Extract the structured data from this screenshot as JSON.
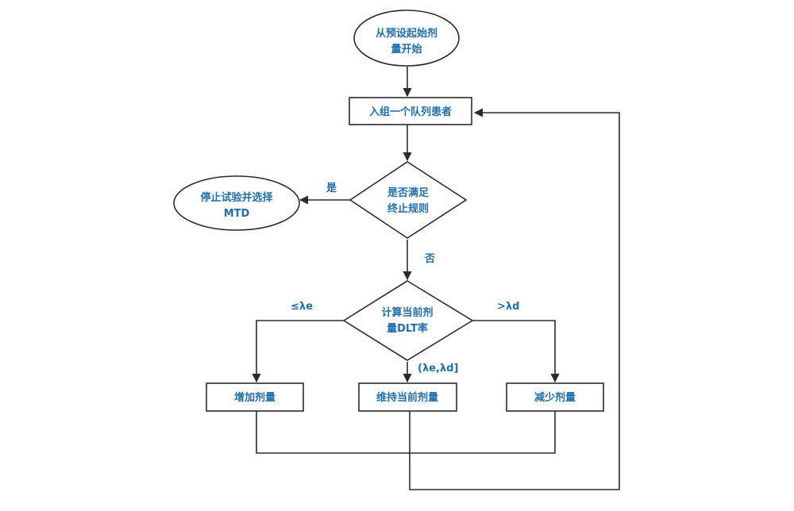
{
  "nodes": {
    "start": {
      "line1": "从预设起始剂",
      "line2": "量开始"
    },
    "enroll": {
      "label": "入组一个队列患者"
    },
    "check_stop": {
      "line1": "是否满足",
      "line2": "终止规则"
    },
    "stop": {
      "line1": "停止试验并选择",
      "line2": "MTD"
    },
    "compute_dlt": {
      "line1": "计算当前剂",
      "line2": "量DLT率"
    },
    "increase": {
      "label": "增加剂量"
    },
    "maintain": {
      "label": "维持当前剂量"
    },
    "decrease": {
      "label": "减少剂量"
    }
  },
  "edge_labels": {
    "yes": "是",
    "no": "否",
    "le_lambda_e": "≤λe",
    "gt_lambda_d": ">λd",
    "between": "(λe,λd]"
  }
}
